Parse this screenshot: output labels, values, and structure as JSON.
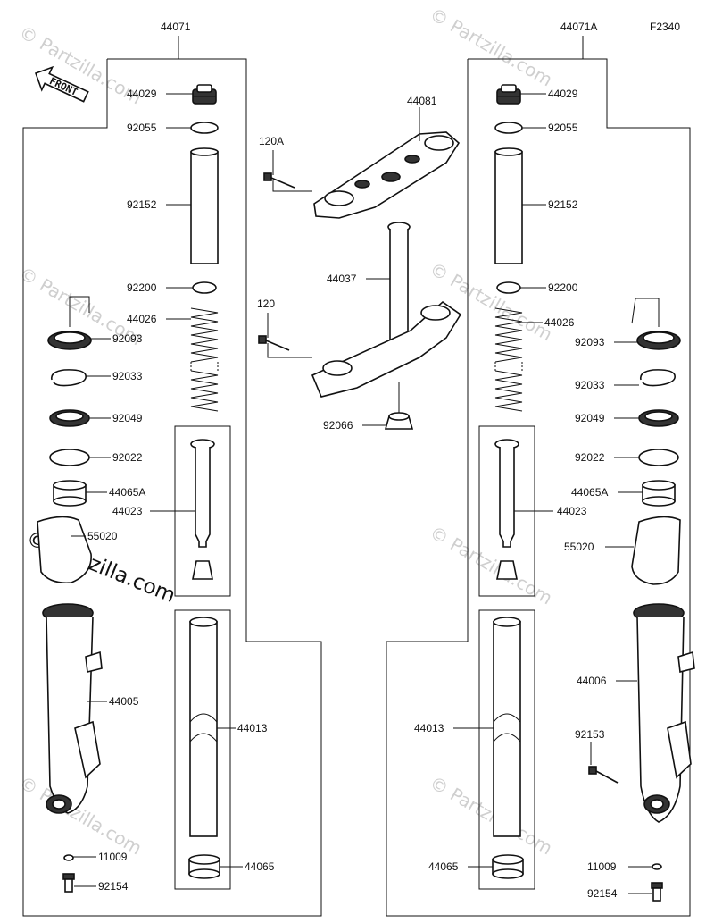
{
  "figure_code": "F2340",
  "front_label": "FRONT",
  "brand_watermark": "© Partzilla.com",
  "watermark_text": "© Partzilla.com",
  "assemblies": {
    "left": "44071",
    "right": "44071A"
  },
  "center_labels": {
    "upper_bracket": "44081",
    "bolt_upper": "120A",
    "stem": "44037",
    "bolt_lower": "120",
    "stem_seal": "92066"
  },
  "left_labels": {
    "cap": "44029",
    "oring": "92055",
    "spacer": "92152",
    "washer": "92200",
    "spring": "44026",
    "dust_seal": "92093",
    "clip": "92033",
    "oil_seal": "92049",
    "washer2": "92022",
    "bush1": "44065A",
    "cylinder": "44023",
    "cover": "55020",
    "outer_tube": "44005",
    "inner_tube": "44013",
    "bush2": "44065",
    "gasket": "11009",
    "bolt": "92154"
  },
  "right_labels": {
    "cap": "44029",
    "oring": "92055",
    "spacer": "92152",
    "washer": "92200",
    "spring": "44026",
    "dust_seal": "92093",
    "clip": "92033",
    "oil_seal": "92049",
    "washer2": "92022",
    "bush1": "44065A",
    "cylinder": "44023",
    "cover": "55020",
    "outer_tube": "44006",
    "bolt_axle": "92153",
    "inner_tube": "44013",
    "bush2": "44065",
    "gasket": "11009",
    "bolt": "92154"
  }
}
